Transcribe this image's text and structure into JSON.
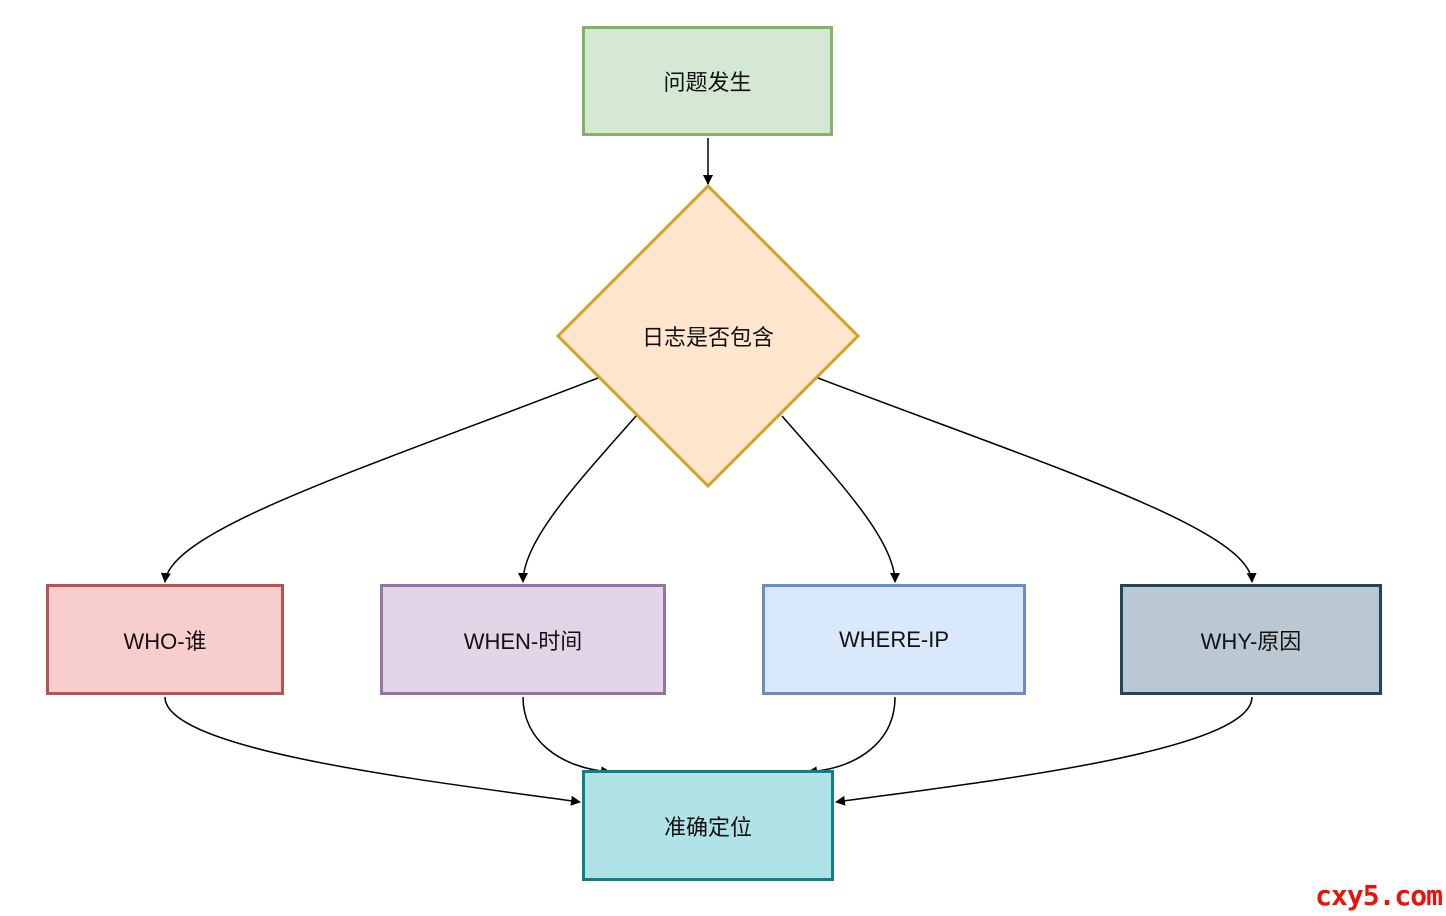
{
  "nodes": {
    "start": {
      "label": "问题发生",
      "fill": "#d5e8d4",
      "stroke": "#82b366"
    },
    "decision": {
      "label": "日志是否包含",
      "fill": "#ffe6cc",
      "stroke": "#d6a022"
    },
    "who": {
      "label": "WHO-谁",
      "fill": "#f8cecc",
      "stroke": "#b85450"
    },
    "when": {
      "label": "WHEN-时间",
      "fill": "#e1d5e7",
      "stroke": "#9673a6"
    },
    "where": {
      "label": "WHERE-IP",
      "fill": "#dae8fc",
      "stroke": "#6c8ebf"
    },
    "why": {
      "label": "WHY-原因",
      "fill": "#bac8d3",
      "stroke": "#23445d"
    },
    "end": {
      "label": "准确定位",
      "fill": "#b0e3e6",
      "stroke": "#0e8088"
    }
  },
  "edges": [
    {
      "from": "start",
      "to": "decision"
    },
    {
      "from": "decision",
      "to": "who"
    },
    {
      "from": "decision",
      "to": "when"
    },
    {
      "from": "decision",
      "to": "where"
    },
    {
      "from": "decision",
      "to": "why"
    },
    {
      "from": "who",
      "to": "end"
    },
    {
      "from": "when",
      "to": "end"
    },
    {
      "from": "where",
      "to": "end"
    },
    {
      "from": "why",
      "to": "end"
    }
  ],
  "watermark": "cxy5.com"
}
